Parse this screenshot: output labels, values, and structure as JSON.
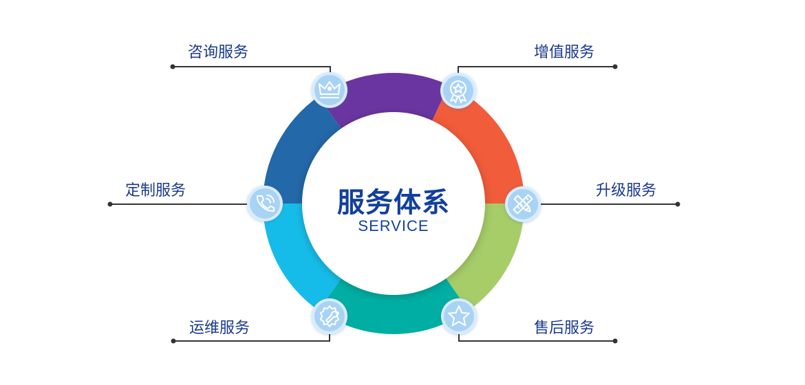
{
  "center": {
    "title": "服务体系",
    "subtitle": "SERVICE"
  },
  "services": [
    {
      "label": "咨询服务",
      "icon": "crown-icon",
      "color": "#6a35a0"
    },
    {
      "label": "增值服务",
      "icon": "award-badge-icon",
      "color": "#f15c3a"
    },
    {
      "label": "升级服务",
      "icon": "pencil-ruler-icon",
      "color": "#a6cd68"
    },
    {
      "label": "售后服务",
      "icon": "star-icon",
      "color": "#00aea3"
    },
    {
      "label": "运维服务",
      "icon": "gear-wrench-icon",
      "color": "#16bce9"
    },
    {
      "label": "定制服务",
      "icon": "phone-icon",
      "color": "#2368a8"
    }
  ],
  "colors": {
    "text": "#1a3a8a",
    "line": "#333333",
    "badge": "#a9d3f5",
    "badge_ring": "#d8ecfb"
  }
}
